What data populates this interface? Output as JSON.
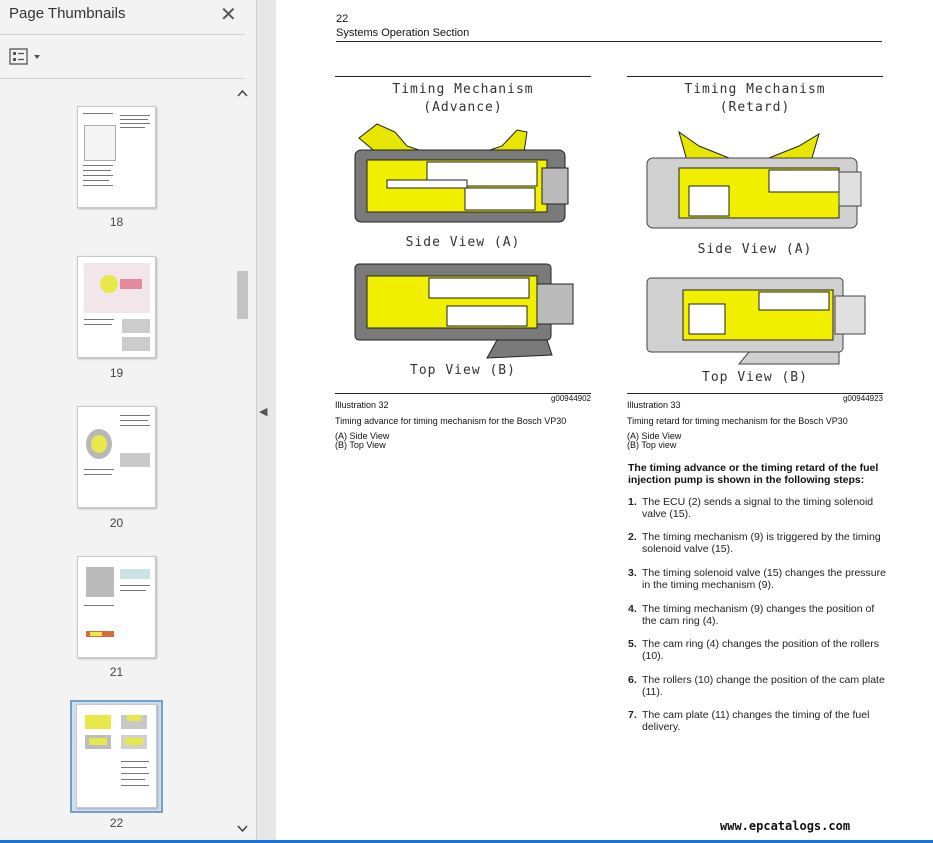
{
  "sidebar": {
    "title": "Page Thumbnails",
    "close_icon": "close-icon",
    "options_icon": "thumbnail-options-icon",
    "thumbnails": [
      {
        "label": "18",
        "selected": false
      },
      {
        "label": "19",
        "selected": false
      },
      {
        "label": "20",
        "selected": false
      },
      {
        "label": "21",
        "selected": false
      },
      {
        "label": "22",
        "selected": true
      }
    ]
  },
  "page": {
    "number": "22",
    "section": "Systems Operation Section",
    "figures": [
      {
        "title_line1": "Timing Mechanism",
        "title_line2": "(Advance)",
        "side_label": "Side View (A)",
        "top_label": "Top View (B)",
        "illustration": "Illustration 32",
        "graphic_id": "g00944902",
        "caption": "Timing advance for timing mechanism for the Bosch VP30",
        "caption_a": "(A) Side View",
        "caption_b": "(B) Top View"
      },
      {
        "title_line1": "Timing Mechanism",
        "title_line2": "(Retard)",
        "side_label": "Side View (A)",
        "top_label": "Top View (B)",
        "illustration": "Illustration 33",
        "graphic_id": "g00944923",
        "caption": "Timing retard for timing mechanism for the Bosch VP30",
        "caption_a": "(A) Side View",
        "caption_b": "(B) Top view"
      }
    ],
    "steps_heading": "The timing advance or the timing retard of the fuel injection pump is shown in the following steps:",
    "steps": [
      {
        "n": "1.",
        "text": "The ECU (2) sends a signal to the timing solenoid valve (15)."
      },
      {
        "n": "2.",
        "text": "The timing mechanism (9) is triggered by the timing solenoid valve (15)."
      },
      {
        "n": "3.",
        "text": "The timing solenoid valve (15) changes the pressure in the timing mechanism (9)."
      },
      {
        "n": "4.",
        "text": "The timing mechanism (9) changes the position of the cam ring (4)."
      },
      {
        "n": "5.",
        "text": "The cam ring (4) changes the position of the rollers (10)."
      },
      {
        "n": "6.",
        "text": "The rollers (10) change the position of the cam plate (11)."
      },
      {
        "n": "7.",
        "text": "The cam plate (11) changes the timing of the fuel delivery."
      }
    ]
  },
  "watermark": "www.epcatalogs.com",
  "colors": {
    "fuel_yellow": "#f0f000",
    "housing_gray": "#7a7a7a",
    "light_gray": "#d0d0d0",
    "selection": "#cfe0f3"
  }
}
